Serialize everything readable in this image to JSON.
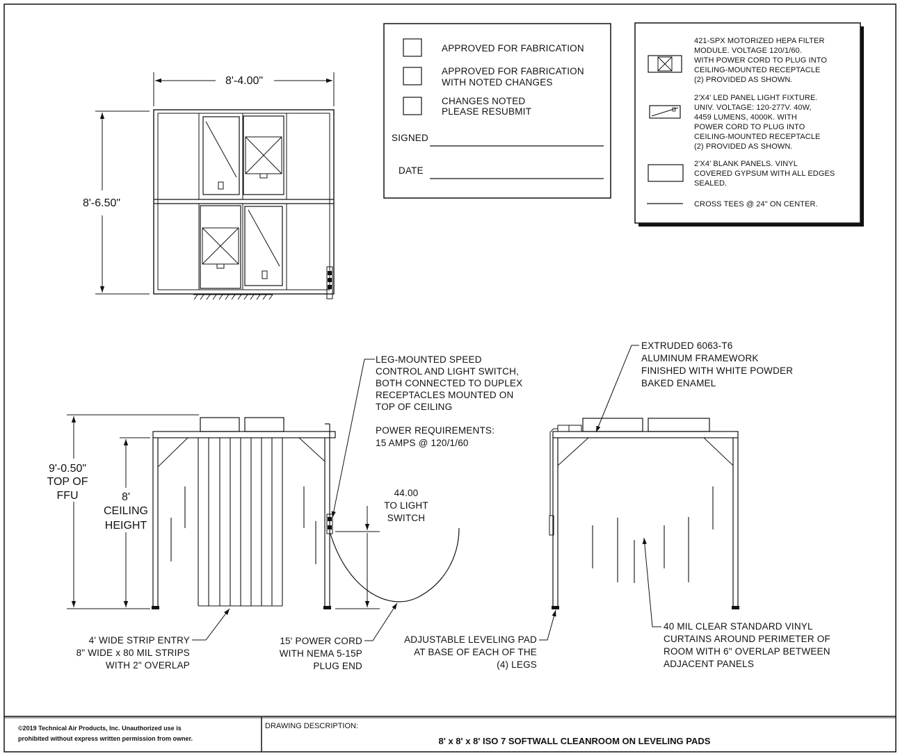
{
  "approval_box": {
    "options": [
      "APPROVED FOR FABRICATION",
      [
        "APPROVED FOR FABRICATION",
        "WITH NOTED CHANGES"
      ],
      [
        "CHANGES NOTED",
        "PLEASE RESUBMIT"
      ]
    ],
    "signed_label": "SIGNED",
    "date_label": "DATE"
  },
  "legend": {
    "items": [
      {
        "icon": "hepa-filter-symbol",
        "lines": [
          "421-SPX MOTORIZED HEPA FILTER",
          "MODULE. VOLTAGE 120/1/60.",
          "WITH POWER CORD TO PLUG INTO",
          "CEILING-MOUNTED RECEPTACLE",
          "(2) PROVIDED AS SHOWN."
        ]
      },
      {
        "icon": "led-light-symbol",
        "lines": [
          "2'X4' LED PANEL LIGHT FIXTURE.",
          "UNIV. VOLTAGE: 120-277V.  40W,",
          "4459 LUMENS, 4000K. WITH",
          "POWER CORD TO PLUG INTO",
          "CEILING-MOUNTED RECEPTACLE",
          "(2) PROVIDED AS SHOWN."
        ]
      },
      {
        "icon": "blank-panel-symbol",
        "lines": [
          "2'X4' BLANK PANELS. VINYL",
          "COVERED GYPSUM WITH ALL EDGES",
          "SEALED."
        ]
      },
      {
        "icon": "cross-tee-line",
        "lines": [
          "CROSS TEES @ 24\" ON CENTER."
        ]
      }
    ]
  },
  "plan_view": {
    "width_dim": "8'-4.00\"",
    "depth_dim": "8'-6.50\""
  },
  "front_view": {
    "overall_height": [
      "9'-0.50\"",
      "TOP OF",
      "FFU"
    ],
    "ceiling_height": [
      "8'",
      "CEILING",
      "HEIGHT"
    ],
    "switch_height": [
      "44.00",
      "TO LIGHT",
      "SWITCH"
    ],
    "speed_control_note": [
      "LEG-MOUNTED SPEED",
      "CONTROL AND LIGHT SWITCH,",
      "BOTH CONNECTED TO DUPLEX",
      "RECEPTACLES MOUNTED ON",
      "TOP OF CEILING"
    ],
    "power_note": [
      "POWER REQUIREMENTS:",
      "15 AMPS @ 120/1/60"
    ],
    "strip_entry_note": [
      "4' WIDE STRIP ENTRY",
      "8\" WIDE x 80 MIL STRIPS",
      "WITH 2\" OVERLAP"
    ],
    "power_cord_note": [
      "15' POWER CORD",
      "WITH NEMA 5-15P",
      "PLUG END"
    ]
  },
  "side_view": {
    "framework_note": [
      "EXTRUDED 6063-T6",
      "ALUMINUM FRAMEWORK",
      "FINISHED WITH WHITE POWDER",
      "BAKED ENAMEL"
    ],
    "leveling_pad_note": [
      "ADJUSTABLE LEVELING PAD",
      "AT BASE OF EACH OF THE",
      "(4) LEGS"
    ],
    "curtain_note": [
      "40 MIL CLEAR STANDARD VINYL",
      "CURTAINS AROUND PERIMETER OF",
      "ROOM WITH 6\" OVERLAP BETWEEN",
      "ADJACENT PANELS"
    ]
  },
  "footer": {
    "copyright": [
      "©2019 Technical Air Products, Inc.  Unauthorized use is",
      "prohibited without express written permission from owner."
    ],
    "description_label": "DRAWING DESCRIPTION:",
    "description": "8' x 8' x 8' ISO 7 SOFTWALL CLEANROOM ON LEVELING PADS"
  }
}
